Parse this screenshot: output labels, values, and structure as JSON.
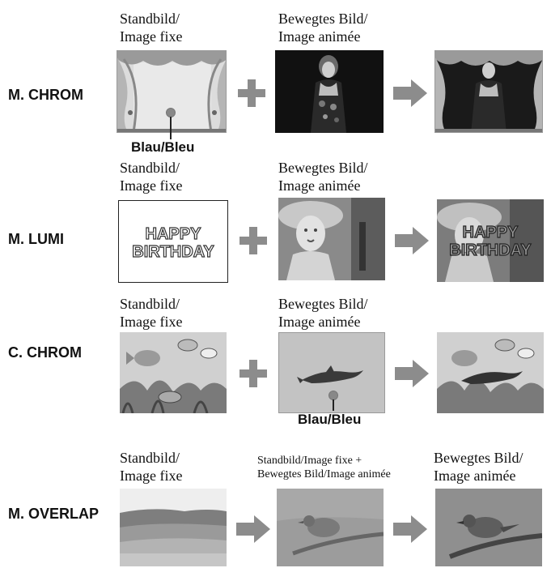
{
  "labels": {
    "standbild": [
      "Standbild/",
      "Image fixe"
    ],
    "bewegtes": [
      "Bewegtes Bild/",
      "Image animée"
    ],
    "mixed": [
      "Standbild/Image fixe +",
      "Bewegtes Bild/Image animée"
    ],
    "blau_bleu": "Blau/Bleu"
  },
  "rows": [
    {
      "mode": "M. CHROM"
    },
    {
      "mode": "M. LUMI"
    },
    {
      "mode": "C. CHROM"
    },
    {
      "mode": "M. OVERLAP"
    }
  ],
  "image_text": {
    "happy_birthday": [
      "HAPPY",
      "BIRTHDAY"
    ]
  },
  "colors": {
    "arrow_plus": "#8c8c8c",
    "text": "#111111"
  }
}
